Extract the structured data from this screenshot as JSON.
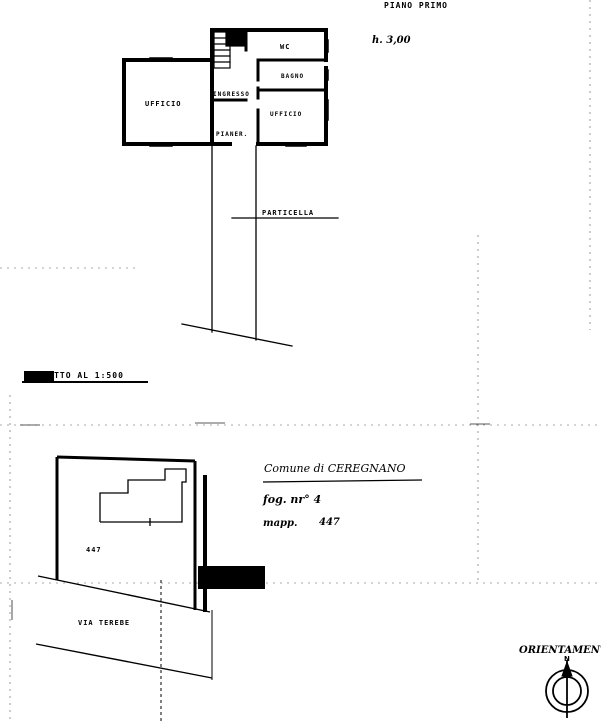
{
  "header": {
    "floor_title": "PIANO PRIMO",
    "height_label": "h. 3,00"
  },
  "rooms": {
    "office_left": "UFFICIO",
    "entrance": "INGRESSO",
    "wc": "WC",
    "bathroom": "BAGNO",
    "office_right": "UFFICIO",
    "landing": "PIANER."
  },
  "annotations": {
    "parcel_corridor": "PARTICELLA",
    "scale_label": "ESTRATTO AL 1:500",
    "parcel_number": "447",
    "street": "VIA TEREBE",
    "municipality": "Comune di CEREGNANO",
    "sheet": "fog. nr° 4",
    "mappale_label": "mapp.",
    "mappale_value": "447"
  },
  "orientation": {
    "label": "ORIENTAMENTO",
    "north_letter": "N"
  }
}
